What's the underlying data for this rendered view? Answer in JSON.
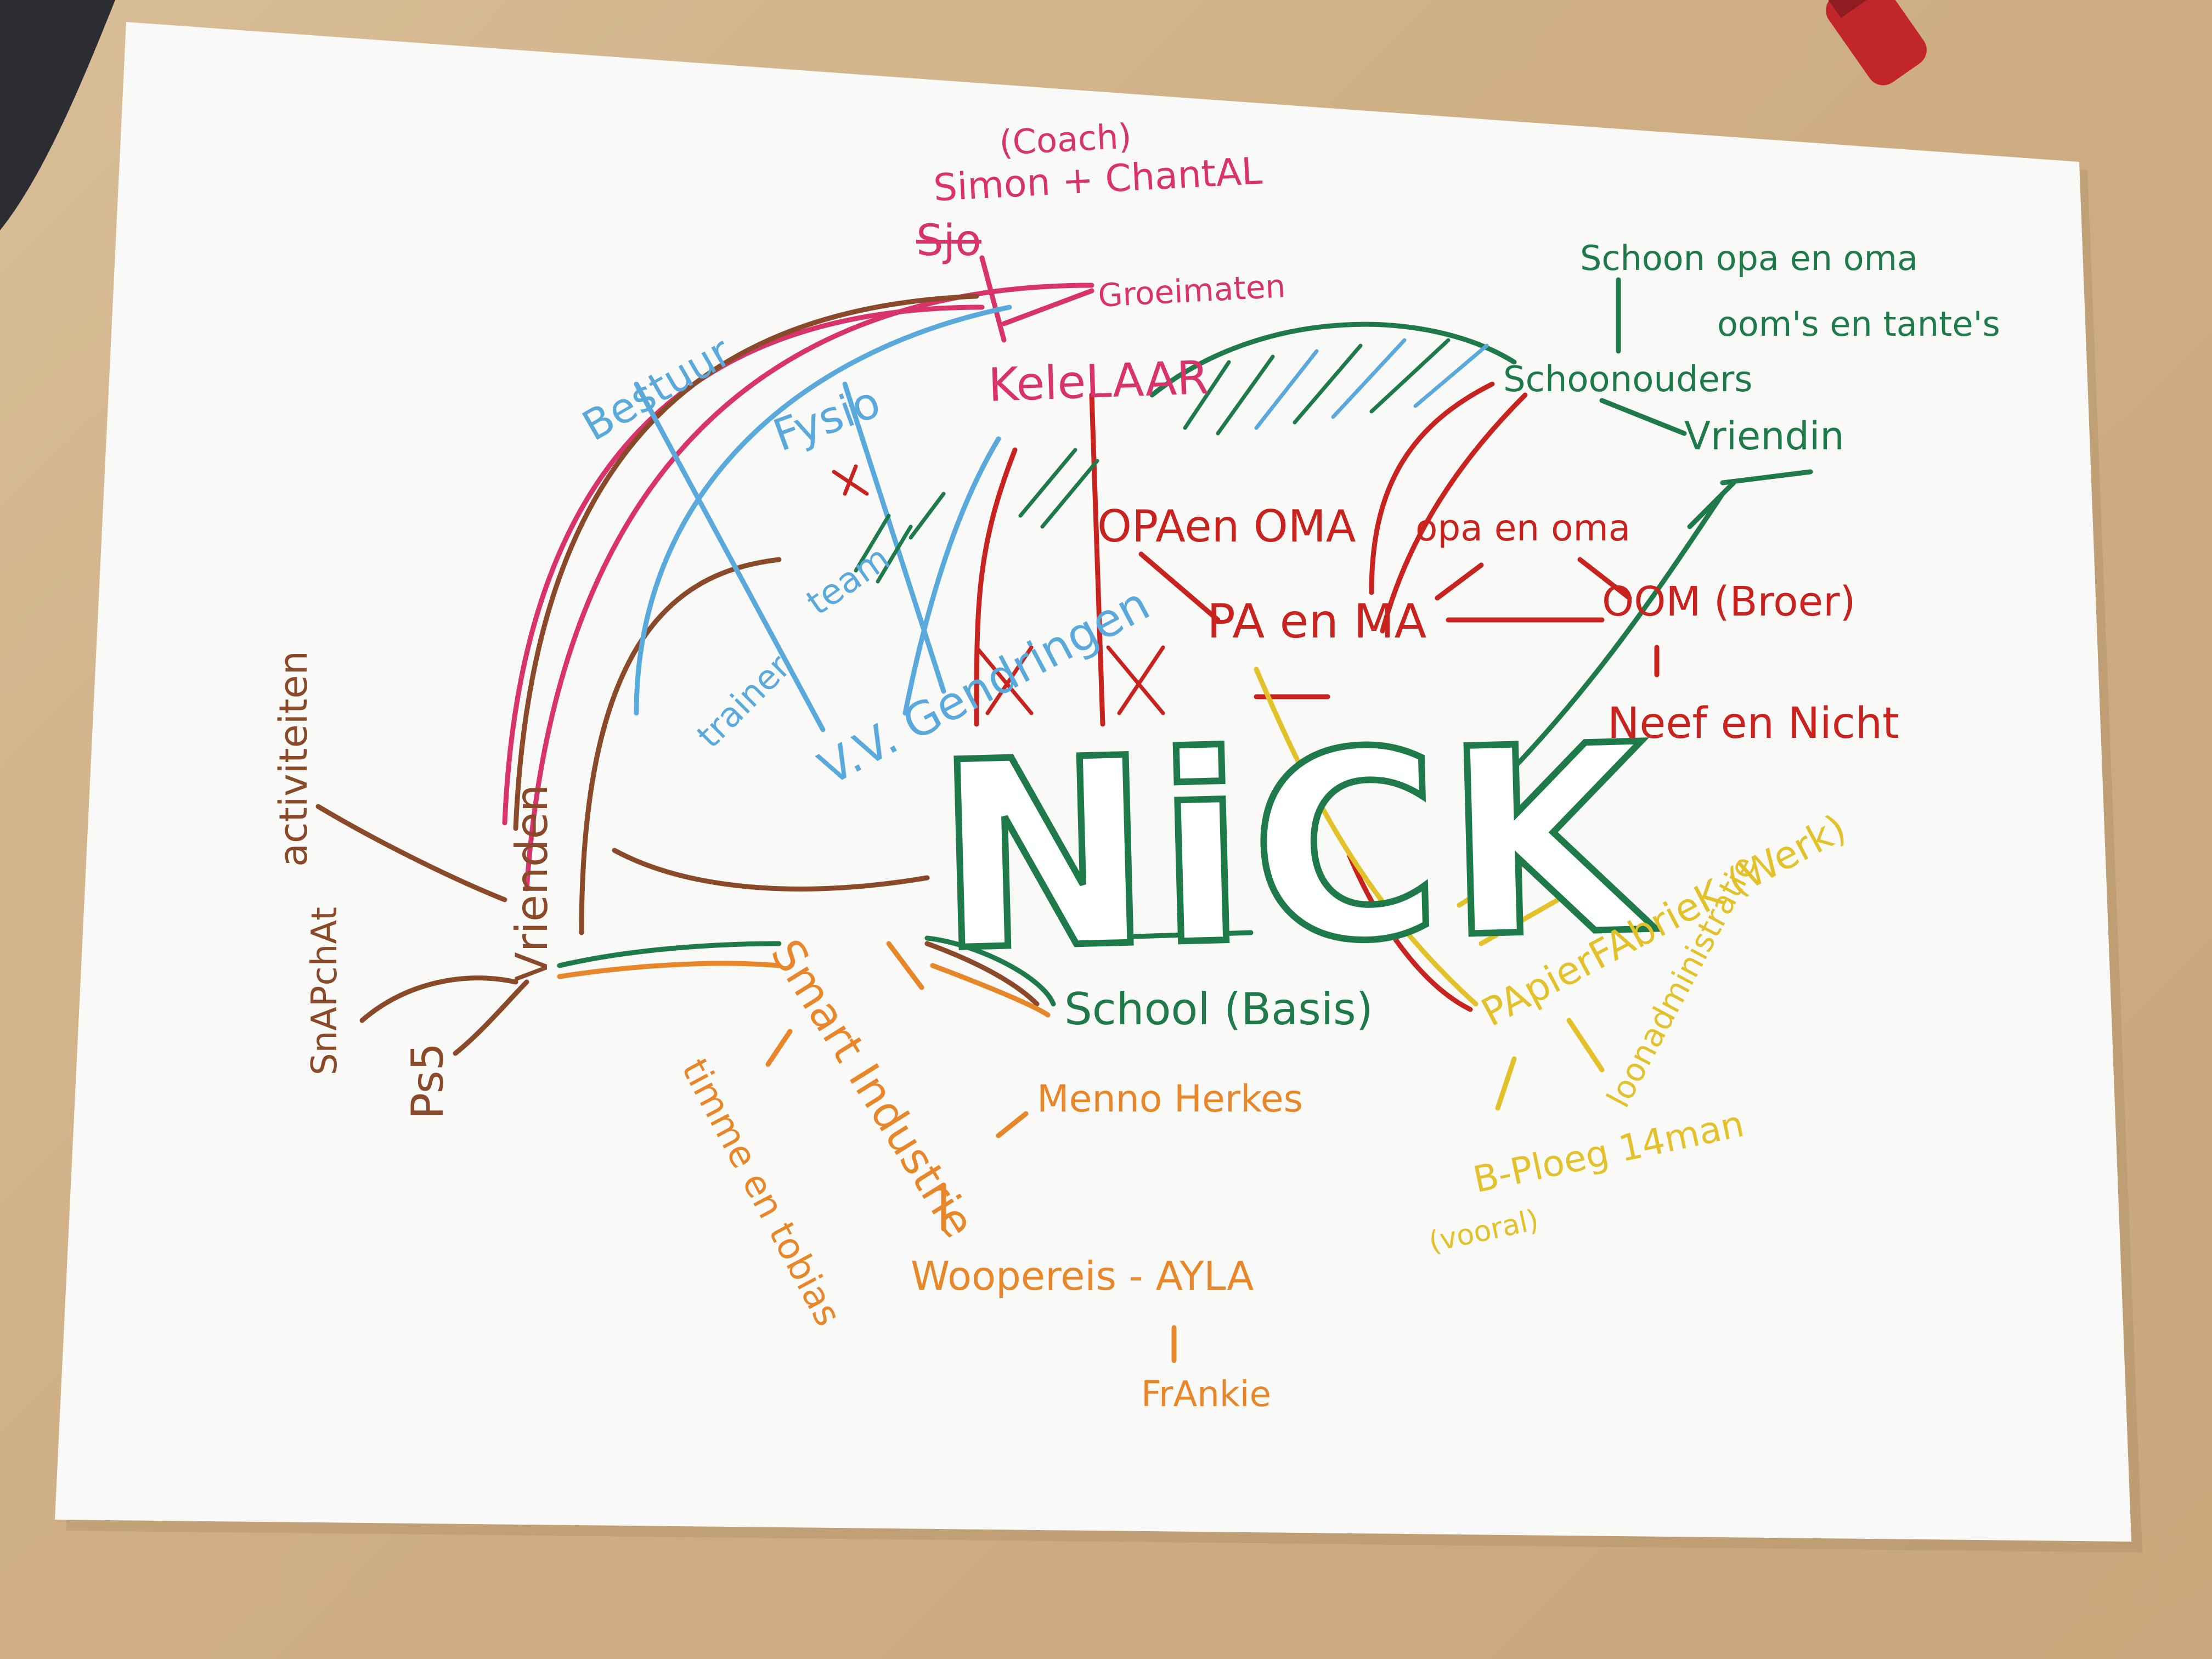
{
  "center": "NiCK",
  "colors": {
    "green": "#1f7a4a",
    "red": "#c8231f",
    "pink": "#d8336b",
    "blue": "#5aa9dc",
    "brown": "#8a4a2a",
    "orange": "#e8862a",
    "yellow": "#e3c12a"
  },
  "labels": {
    "coach": "(Coach)",
    "simon_chantal": "Simon + ChantAL",
    "sjo": "Sjo",
    "groeimaten": "Groeimaten",
    "kelelaar": "KeleLAAR",
    "bestuur": "Bestuur",
    "fysio": "Fysio",
    "team": "team",
    "trainer": "trainer",
    "vv_gendringen": "V.V. Gendringen",
    "opa_oma_red": "OPAen OMA",
    "pa_en_ma": "PA en MA",
    "opa_oma_right": "opa en oma",
    "oom_broer": "OOM (Broer)",
    "neef_nicht": "Neef en Nicht",
    "schoonouders": "Schoonouders",
    "schoon_opa_oma": "Schoon opa en oma",
    "ooms_tantes": "oom's en tante's",
    "vriendin": "Vriendin",
    "papierfabriek": "PApierFAbrieK (Werk)",
    "loonadministratie": "loonadministratie",
    "b_ploeg": "B-Ploeg 14man",
    "vooral": "(vooral)",
    "vrienden": "Vrienden",
    "activiteiten": "activiteiten",
    "snapchat": "SnAPchAt",
    "ps5": "Ps5",
    "school": "School (Basis)",
    "smart_industrie": "Smart Industrie",
    "timmeren_tobias": "timme en tobias",
    "menno_herkes": "Menno Herkes",
    "woopereis_ayla": "Woopereis - AYLA",
    "frankie": "FrAnkie"
  }
}
